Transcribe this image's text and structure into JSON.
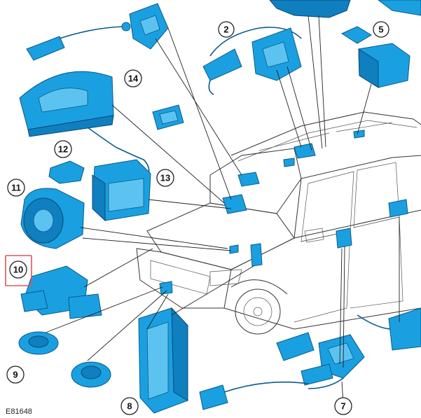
{
  "callouts": [
    {
      "label": "2"
    },
    {
      "label": "5"
    },
    {
      "label": "14"
    },
    {
      "label": "12"
    },
    {
      "label": "13"
    },
    {
      "label": "11"
    },
    {
      "label": "10"
    },
    {
      "label": "9"
    },
    {
      "label": "8"
    },
    {
      "label": "7"
    }
  ],
  "figure_id": "E81648",
  "colors": {
    "component_fill": "#1aa0e0",
    "component_outline": "#0a5a8a",
    "highlight_box": "#e0555f"
  }
}
